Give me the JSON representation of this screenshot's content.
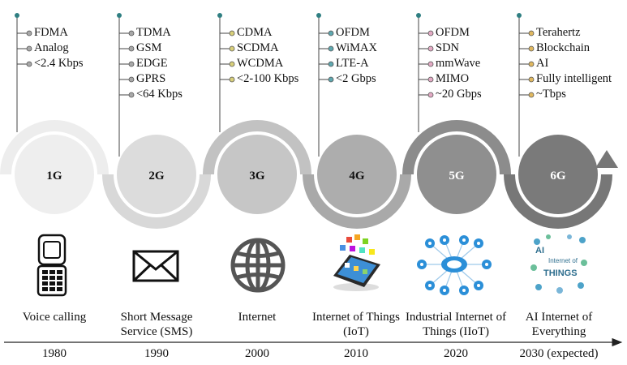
{
  "generations": [
    {
      "label": "1G",
      "features": [
        "FDMA",
        "Analog",
        "<2.4 Kbps"
      ],
      "application": [
        "Voice calling"
      ],
      "year": "1980",
      "dot_color": "#a8a8a8",
      "circle_color": "#eeeeee",
      "icon": "flip-phone-icon"
    },
    {
      "label": "2G",
      "features": [
        "TDMA",
        "GSM",
        "EDGE",
        "GPRS",
        "<64 Kbps"
      ],
      "application": [
        "Short Message",
        "Service (SMS)"
      ],
      "year": "1990",
      "dot_color": "#a8a8a8",
      "circle_color": "#dcdcdc",
      "icon": "envelope-icon"
    },
    {
      "label": "3G",
      "features": [
        "CDMA",
        "SCDMA",
        "WCDMA",
        "<2-100 Kbps"
      ],
      "application": [
        "Internet"
      ],
      "year": "2000",
      "dot_color": "#d8cf7a",
      "circle_color": "#c6c6c6",
      "icon": "globe-icon"
    },
    {
      "label": "4G",
      "features": [
        "OFDM",
        "WiMAX",
        "LTE-A",
        "<2 Gbps"
      ],
      "application": [
        "Internet of Things",
        "(IoT)"
      ],
      "year": "2010",
      "dot_color": "#5fa8b0",
      "circle_color": "#adadad",
      "icon": "smartphone-apps-icon"
    },
    {
      "label": "5G",
      "features": [
        "OFDM",
        "SDN",
        "mmWave",
        "MIMO",
        "~20 Gbps"
      ],
      "application": [
        "Industrial Internet of",
        "Things (IIoT)"
      ],
      "year": "2020",
      "dot_color": "#e3aac4",
      "circle_color": "#8f8f8f",
      "icon": "cloud-network-icon"
    },
    {
      "label": "6G",
      "features": [
        "Terahertz",
        "Blockchain",
        "AI",
        "Fully intelligent",
        "~Tbps"
      ],
      "application": [
        "AI Internet of",
        "Everything"
      ],
      "year": "2030 (expected)",
      "dot_color": "#e0b860",
      "circle_color": "#7a7a7a",
      "icon": "ai-things-icon"
    }
  ],
  "ai_icon_text": [
    "AI",
    "Internet of",
    "THINGS"
  ],
  "colors": {
    "stem_dot": "#2f7f82"
  }
}
